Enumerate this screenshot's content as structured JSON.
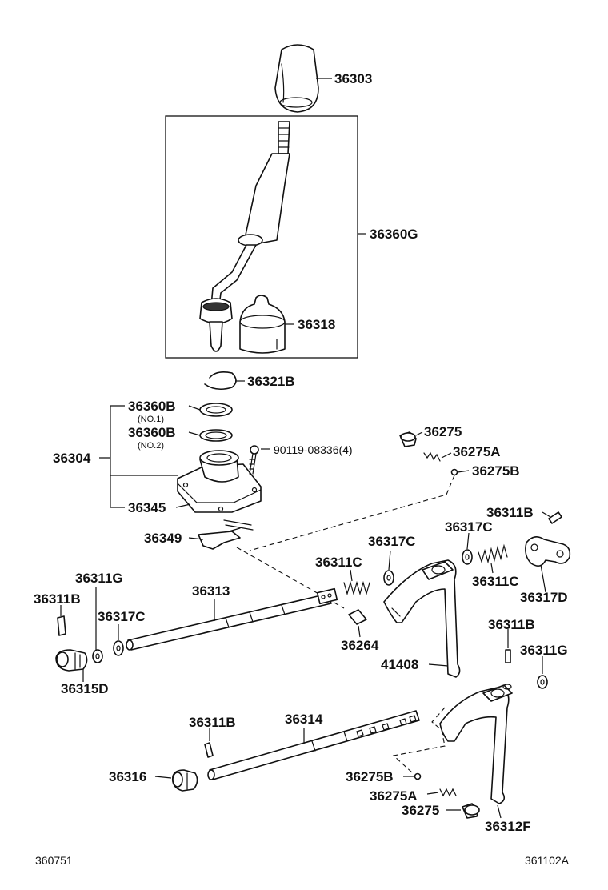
{
  "callouts": {
    "p36303": "36303",
    "p36360G": "36360G",
    "p36318": "36318",
    "p36321B": "36321B",
    "p36360B_1": "36360B",
    "no1": "(NO.1)",
    "p36360B_2": "36360B",
    "no2": "(NO.2)",
    "p36304": "36304",
    "p90119": "90119-08336(4)",
    "p36275_top": "36275",
    "p36275A_top": "36275A",
    "p36275B_top": "36275B",
    "p36345": "36345",
    "p36311B_topright": "36311B",
    "p36349": "36349",
    "p36317C_mid": "36317C",
    "p36317C_right": "36317C",
    "p36311C_mid": "36311C",
    "p36311C_right": "36311C",
    "p36317D": "36317D",
    "p36311G_left": "36311G",
    "p36311B_left": "36311B",
    "p36313": "36313",
    "p36317C_left": "36317C",
    "p36264": "36264",
    "p41408": "41408",
    "p36311B_right": "36311B",
    "p36311G_right": "36311G",
    "p36315D": "36315D",
    "p36311B_low": "36311B",
    "p36314": "36314",
    "p36316": "36316",
    "p36275B_low": "36275B",
    "p36275A_low": "36275A",
    "p36275_low": "36275",
    "p36312F": "36312F"
  },
  "footer": {
    "left_code": "360751",
    "right_code": "361102A"
  }
}
